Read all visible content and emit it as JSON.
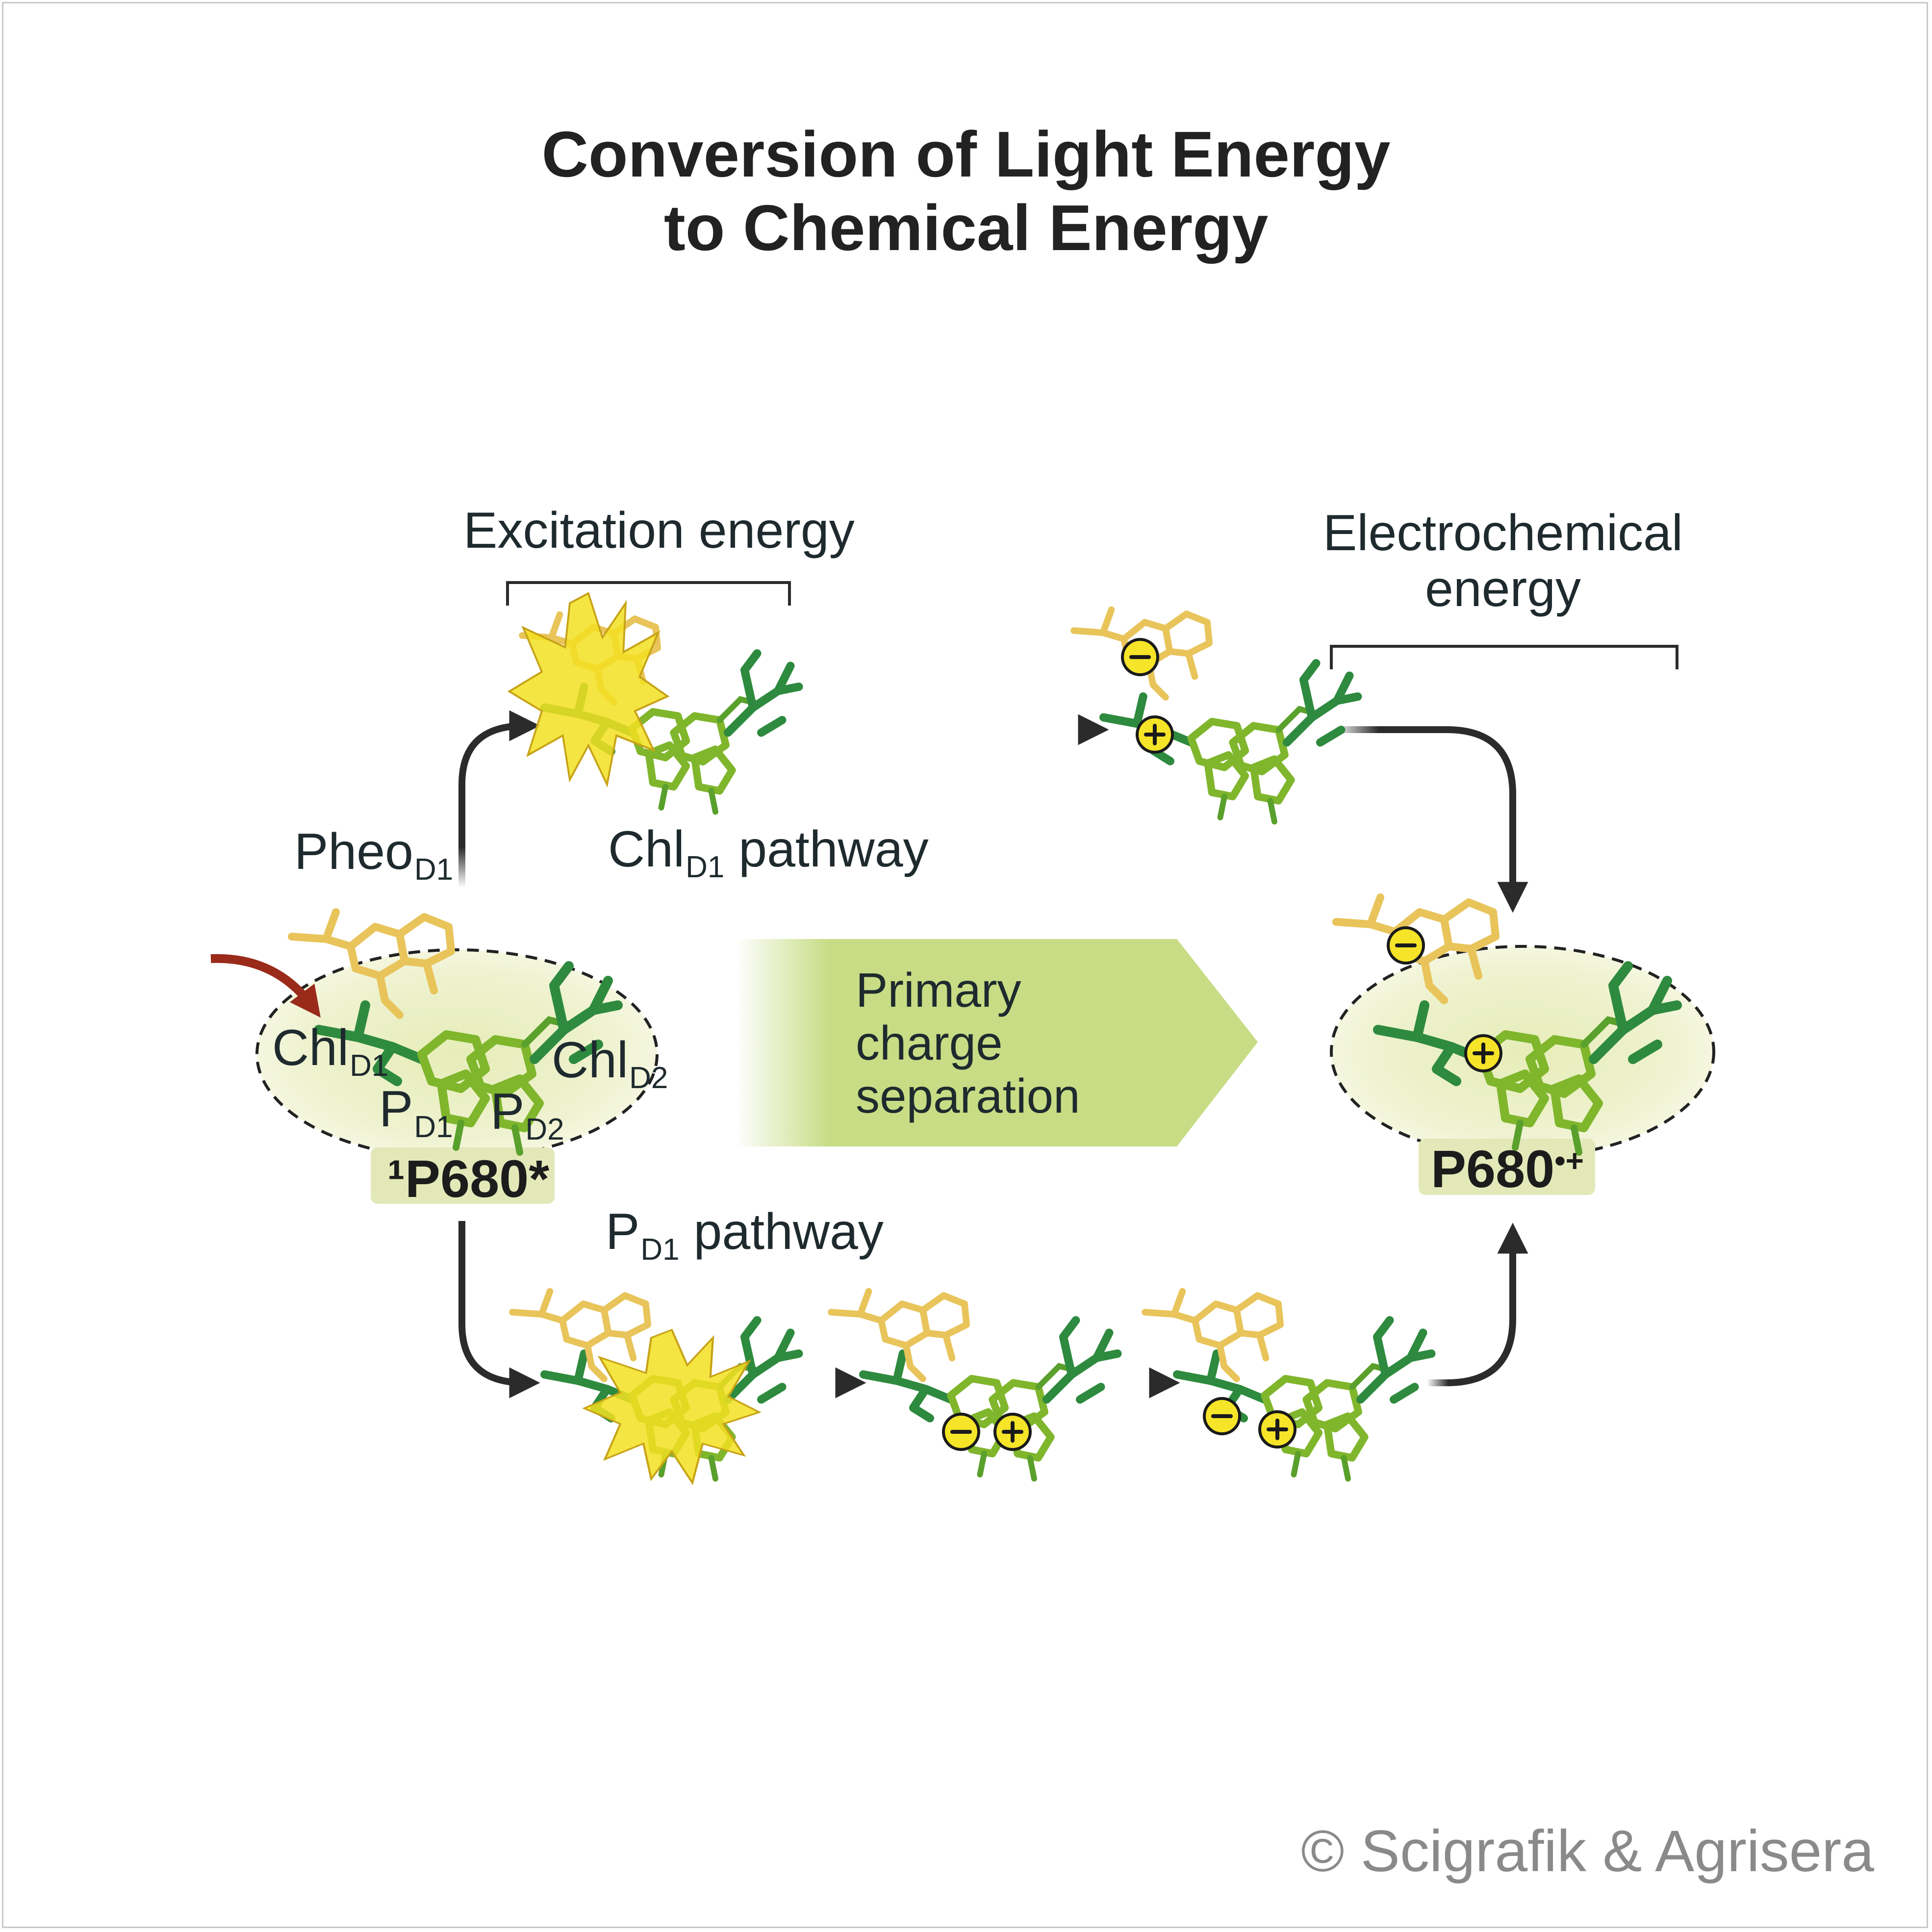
{
  "title": {
    "line1": "Conversion of Light Energy",
    "line2": "to Chemical Energy"
  },
  "brackets": {
    "excitation": "Excitation energy",
    "electrochemical_line1": "Electrochemical",
    "electrochemical_line2": "energy"
  },
  "pathways": {
    "chl_main": "Chl",
    "chl_sub": "D1",
    "chl_suffix": " pathway",
    "p_main": "P",
    "p_sub": "D1",
    "p_suffix": " pathway"
  },
  "molecules": {
    "pheo_main": "Pheo",
    "pheo_sub": "D1",
    "chld1_main": "Chl",
    "chld1_sub": "D1",
    "chld2_main": "Chl",
    "chld2_sub": "D2",
    "pd1_main": "P",
    "pd1_sub": "D1",
    "pd2_main": "P",
    "pd2_sub": "D2"
  },
  "states": {
    "excited": "¹P680*",
    "oxidized_main": "P680",
    "oxidized_sup": "•+"
  },
  "banner": {
    "line1": "Primary",
    "line2": "charge",
    "line3": "separation"
  },
  "charges": {
    "minus": "−",
    "plus": "+"
  },
  "copyright": "© Scigrafik & Agrisera",
  "colors": {
    "arrow": "#2b2b2b",
    "arrow_light_input": "#9a2a1a",
    "chlorophyll_dark": "#2e8a3e",
    "chlorophyll_light": "#7fb62c",
    "pheophytin": "#e8c45a",
    "excitation_flash": "#f3e021",
    "ellipse_fill": "#eef2cf",
    "banner": "#c7dc84",
    "charge_circle": "#f5e428"
  }
}
